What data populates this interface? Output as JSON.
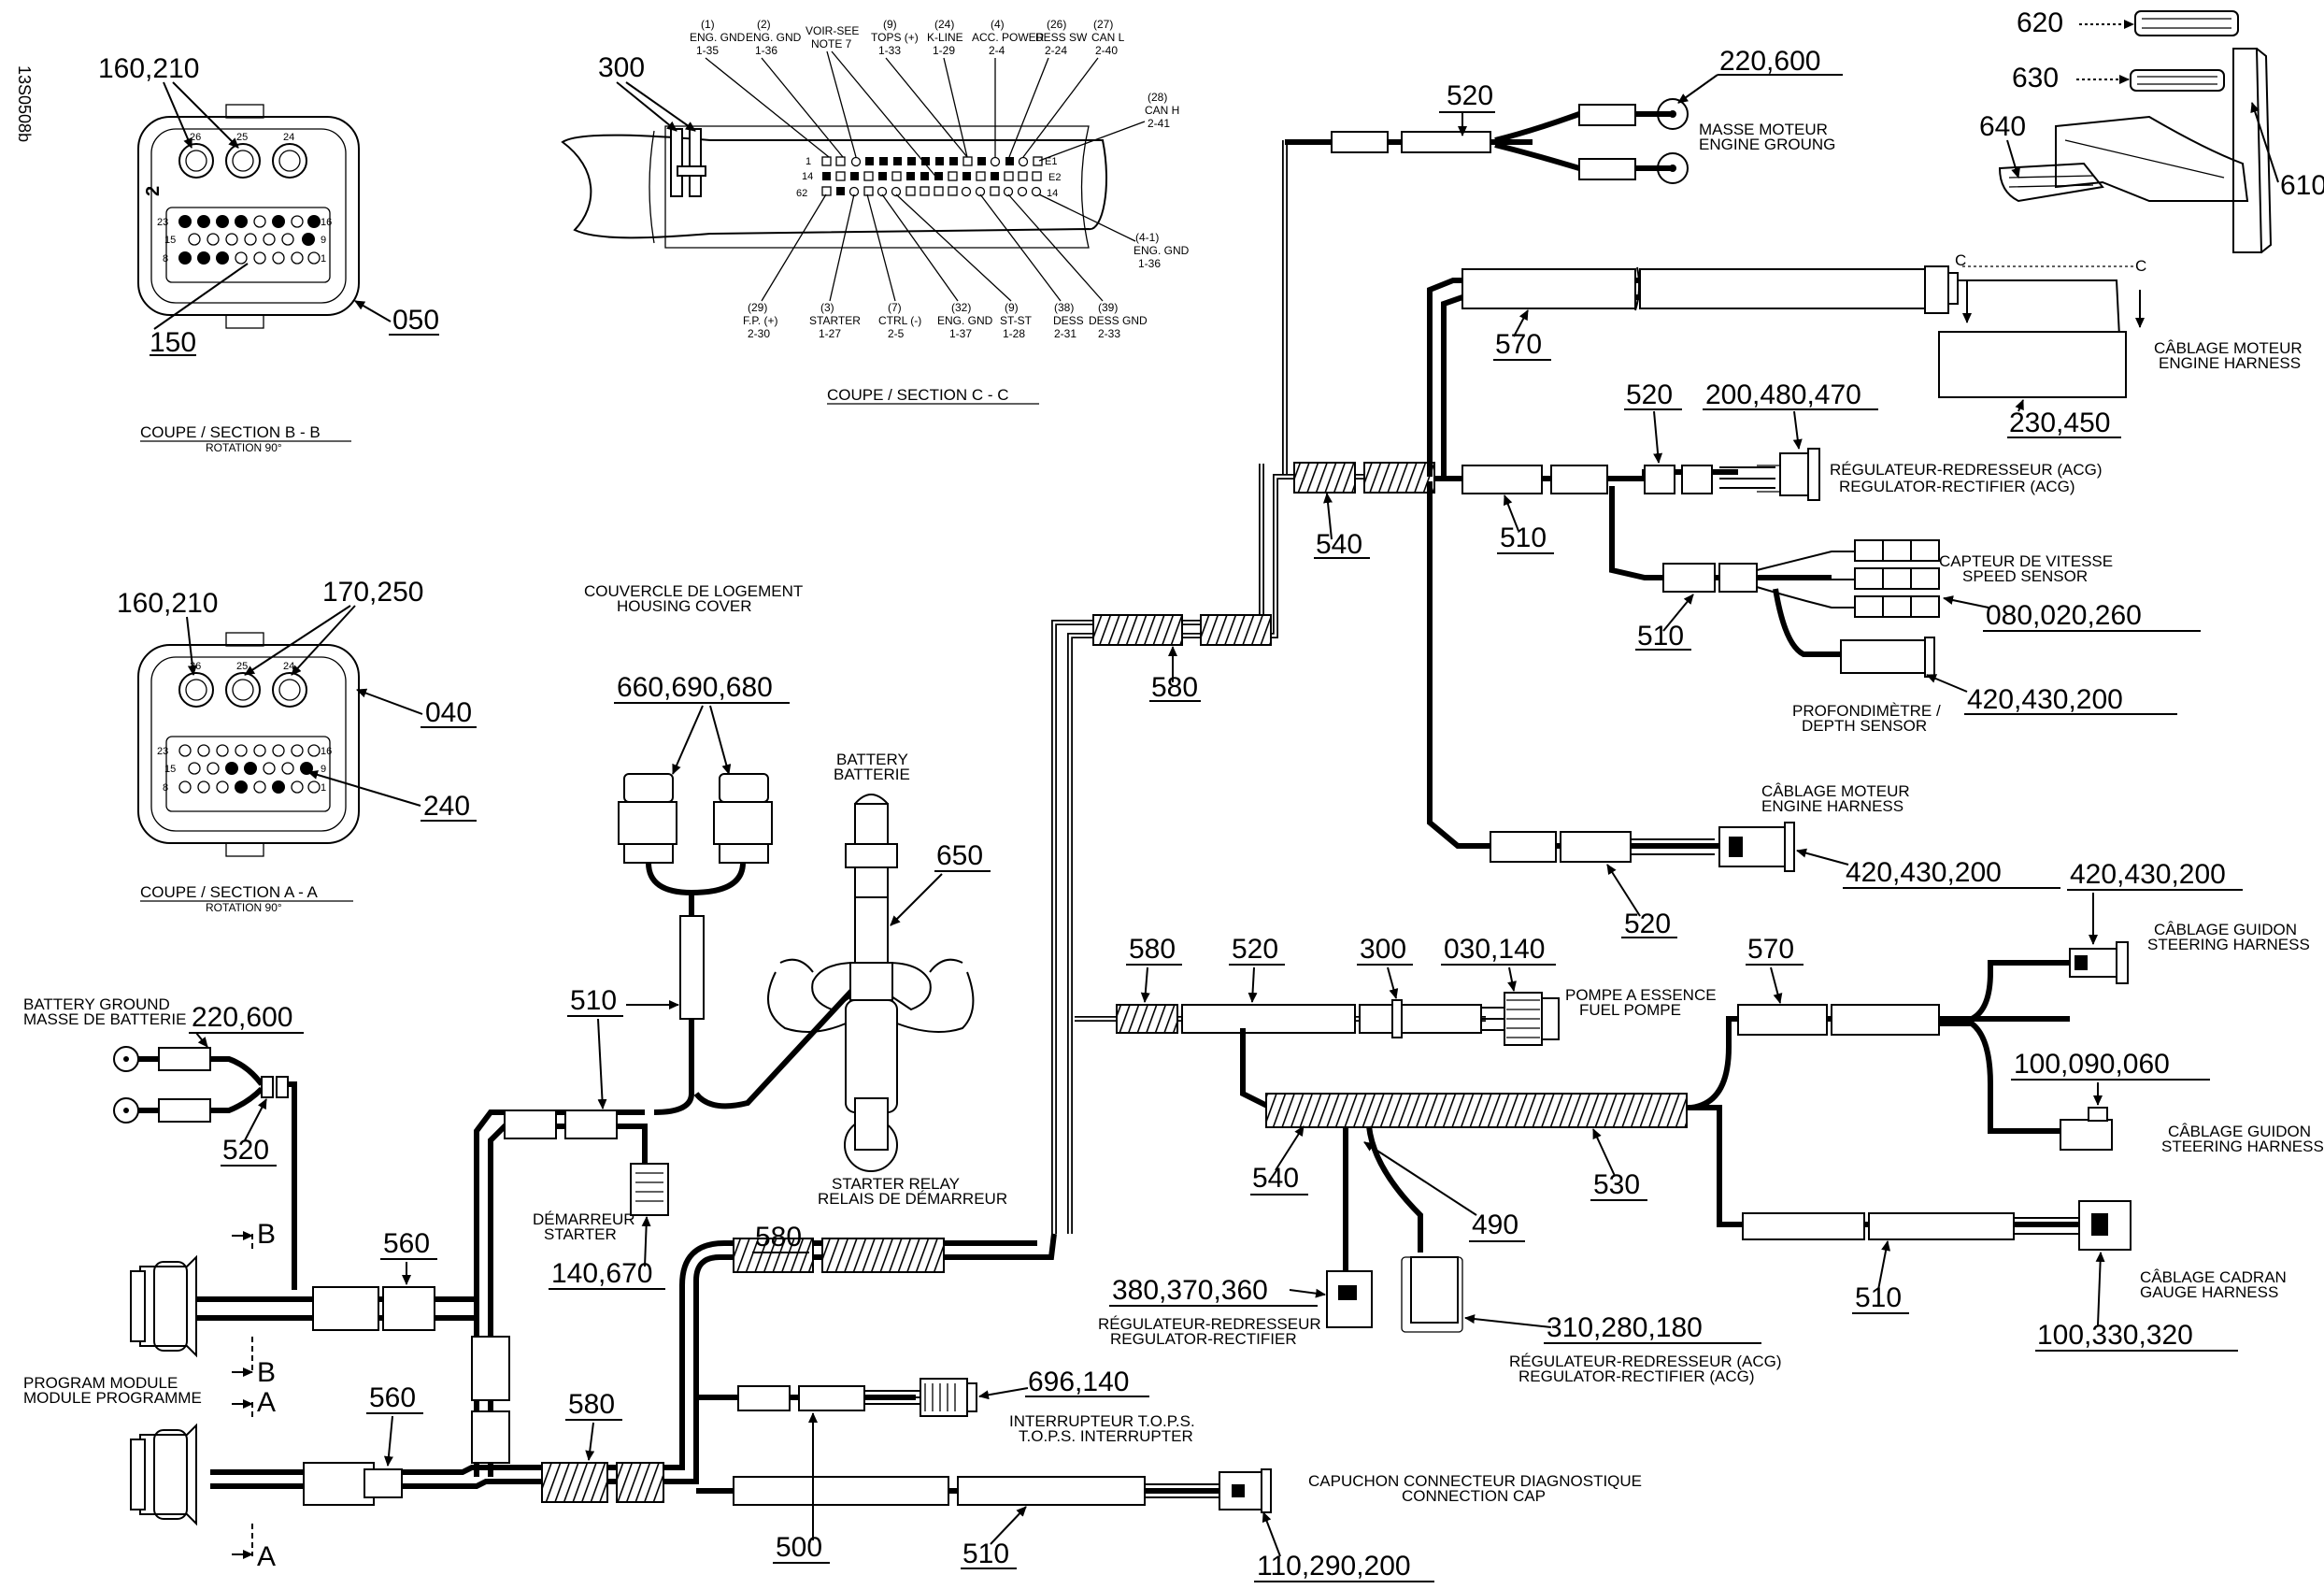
{
  "doc_id": "13S0508b",
  "sections": {
    "bb_title": "COUPE / SECTION B - B",
    "bb_rotation": "ROTATION 90°",
    "aa_title": "COUPE / SECTION A - A",
    "aa_rotation": "ROTATION 90°",
    "cc_title": "COUPE / SECTION C - C"
  },
  "part_refs": {
    "p160_210_top": "160,210",
    "p150": "150",
    "p050": "050",
    "p300_top": "300",
    "p160_210_mid": "160,210",
    "p170_250": "170,250",
    "p040": "040",
    "p240": "240",
    "p220_600_top": "220,600",
    "p520_top": "520",
    "p620": "620",
    "p630": "630",
    "p640": "640",
    "p610": "610",
    "p570_top": "570",
    "p230_450": "230,450",
    "p520_b": "520",
    "p200_480_470": "200,480,470",
    "p540_top": "540",
    "p510_a": "510",
    "p510_b": "510",
    "p080_020_260": "080,020,260",
    "p420_430_200_a": "420,430,200",
    "p580_a": "580",
    "p520_c": "520",
    "p420_430_200_b": "420,430,200",
    "p660_690_680": "660,690,680",
    "p650": "650",
    "p510_c": "510",
    "p220_600_left": "220,600",
    "p520_left": "520",
    "p580_b": "580",
    "p520_d": "520",
    "p300_b": "300",
    "p030_140": "030,140",
    "p570_b": "570",
    "p420_430_200_c": "420,430,200",
    "p100_090_060": "100,090,060",
    "p540_b": "540",
    "p490": "490",
    "p530": "530",
    "p560_a": "560",
    "p560_b": "560",
    "p140_670": "140,670",
    "p580_c": "580",
    "p580_d": "580",
    "p380_370_360": "380,370,360",
    "p310_280_180": "310,280,180",
    "p696_140": "696,140",
    "p500": "500",
    "p510_d": "510",
    "p110_290_200": "110,290,200",
    "p510_e": "510",
    "p100_330_320": "100,330,320"
  },
  "captions": {
    "masse_moteur": "MASSE MOTEUR",
    "engine_ground": "ENGINE GROUNG",
    "cablage_moteur_1": "CÂBLAGE MOTEUR",
    "engine_harness_1": "ENGINE HARNESS",
    "reg_redr_acg_fr": "RÉGULATEUR-REDRESSEUR (ACG)",
    "reg_rect_acg_en": "REGULATOR-RECTIFIER (ACG)",
    "capteur_vitesse": "CAPTEUR DE VITESSE",
    "speed_sensor": "SPEED SENSOR",
    "profondimetre": "PROFONDIMÈTRE /",
    "depth_sensor": "DEPTH SENSOR",
    "cablage_moteur_2": "CÂBLAGE MOTEUR",
    "engine_harness_2": "ENGINE HARNESS",
    "couvercle": "COUVERCLE DE LOGEMENT",
    "housing_cover": "HOUSING COVER",
    "battery": "BATTERY",
    "batterie": "BATTERIE",
    "starter_relay": "STARTER RELAY",
    "relais_demarreur": "RELAIS DE DÉMARREUR",
    "demarreur": "DÉMARREUR",
    "starter": "STARTER",
    "battery_ground": "BATTERY GROUND",
    "masse_batterie": "MASSE DE BATTERIE",
    "program_module": "PROGRAM MODULE",
    "module_programme": "MODULE PROGRAMME",
    "pompe_essence": "POMPE A ESSENCE",
    "fuel_pompe": "FUEL POMPE",
    "cablage_guidon_1": "CÂBLAGE GUIDON",
    "steering_harness_1": "STEERING HARNESS",
    "cablage_guidon_2": "CÂBLAGE GUIDON",
    "steering_harness_2": "STEERING HARNESS",
    "cablage_cadran": "CÂBLAGE CADRAN",
    "gauge_harness": "GAUGE HARNESS",
    "reg_redr_fr": "RÉGULATEUR-REDRESSEUR",
    "reg_rect_en": "REGULATOR-RECTIFIER",
    "reg_redr_acg_fr_2": "RÉGULATEUR-REDRESSEUR (ACG)",
    "reg_rect_acg_en_2": "REGULATOR-RECTIFIER (ACG)",
    "interrupteur_tops": "INTERRUPTEUR T.O.P.S.",
    "tops_interrupter": "T.O.P.S. INTERRUPTER",
    "capuchon": "CAPUCHON CONNECTEUR DIAGNOSTIQUE",
    "connection_cap": "CONNECTION CAP"
  },
  "section_marks": {
    "b": "B",
    "a": "A",
    "c": "C"
  },
  "pin_labels_top": [
    {
      "num": "(1)",
      "a": "ENG. GND",
      "b": "1-35"
    },
    {
      "num": "(2)",
      "a": "ENG. GND",
      "b": "1-36"
    },
    {
      "num": "VOIR-SEE",
      "a": "NOTE 7",
      "b": ""
    },
    {
      "num": "(9)",
      "a": "TOPS (+)",
      "b": "1-33"
    },
    {
      "num": "(24)",
      "a": "K-LINE",
      "b": "1-29"
    },
    {
      "num": "(4)",
      "a": "ACC. POWER",
      "b": "2-4"
    },
    {
      "num": "(26)",
      "a": "DESS SW",
      "b": "2-24"
    },
    {
      "num": "(27)",
      "a": "CAN L",
      "b": "2-40"
    }
  ],
  "pin_labels_right": [
    {
      "num": "(28)",
      "a": "CAN H",
      "b": "2-41"
    },
    {
      "num": "(4-1)",
      "a": "ENG. GND",
      "b": "1-36"
    }
  ],
  "pin_labels_bottom": [
    {
      "num": "(29)",
      "a": "F.P. (+)",
      "b": "2-30"
    },
    {
      "num": "(3)",
      "a": "STARTER",
      "b": "1-27"
    },
    {
      "num": "(7)",
      "a": "CTRL (-)",
      "b": "2-5"
    },
    {
      "num": "(32)",
      "a": "ENG. GND",
      "b": "1-37"
    },
    {
      "num": "(9)",
      "a": "ST-ST",
      "b": "1-28"
    },
    {
      "num": "(38)",
      "a": "DESS",
      "b": "2-31"
    },
    {
      "num": "(39)",
      "a": "DESS GND",
      "b": "2-33"
    }
  ],
  "connector_pins_b": {
    "top": [
      "26",
      "25",
      "24"
    ],
    "left_mid": "2",
    "r1": "23",
    "r2": "15",
    "r3": "8",
    "r1e": "16",
    "r2e": "9",
    "r3e": "1"
  },
  "connector_pins_a": {
    "top": [
      "26",
      "25",
      "24"
    ],
    "r1": "23",
    "r2": "15",
    "r3": "8",
    "r1e": "16",
    "r2e": "9",
    "r3e": "1"
  },
  "cc_pin_marks": {
    "l1": "1",
    "l2": "14",
    "l3": "62",
    "r1": "E1",
    "r2": "E2",
    "r3": "14"
  }
}
